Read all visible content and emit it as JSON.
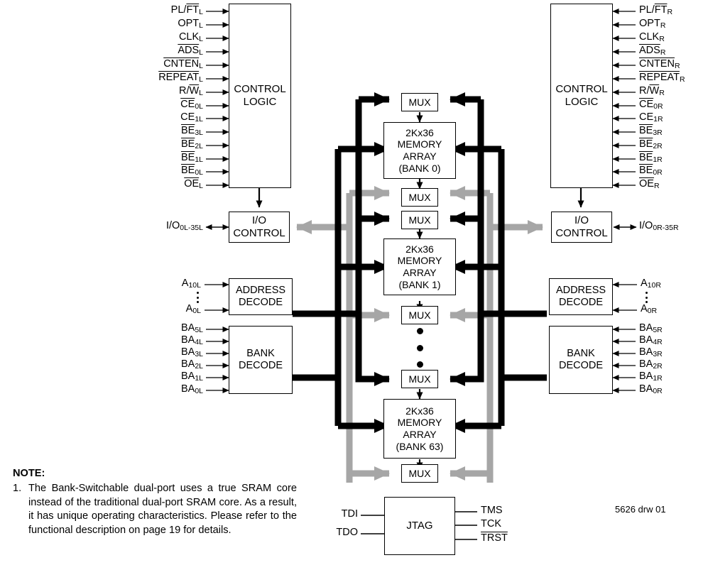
{
  "diagram": {
    "drawing_ref": "5626 drw 01",
    "colors": {
      "line_black": "#000000",
      "line_gray": "#a6a6a6",
      "background": "#ffffff"
    },
    "blocks": {
      "control_logic_left": {
        "line1": "CONTROL",
        "line2": "LOGIC"
      },
      "control_logic_right": {
        "line1": "CONTROL",
        "line2": "LOGIC"
      },
      "io_control_left": {
        "line1": "I/O",
        "line2": "CONTROL"
      },
      "io_control_right": {
        "line1": "I/O",
        "line2": "CONTROL"
      },
      "address_decode_left": {
        "line1": "ADDRESS",
        "line2": "DECODE"
      },
      "address_decode_right": {
        "line1": "ADDRESS",
        "line2": "DECODE"
      },
      "bank_decode_left": {
        "line1": "BANK",
        "line2": "DECODE"
      },
      "bank_decode_right": {
        "line1": "BANK",
        "line2": "DECODE"
      },
      "jtag": {
        "label": "JTAG"
      },
      "mux": {
        "label": "MUX"
      }
    },
    "memory_arrays": [
      {
        "size": "2Kx36",
        "line2": "MEMORY",
        "line3": "ARRAY",
        "bank": "(BANK 0)"
      },
      {
        "size": "2Kx36",
        "line2": "MEMORY",
        "line3": "ARRAY",
        "bank": "(BANK 1)"
      },
      {
        "size": "2Kx36",
        "line2": "MEMORY",
        "line3": "ARRAY",
        "bank": "(BANK 63)"
      }
    ],
    "control_signals_left": [
      {
        "pre": "PL/",
        "over": "FT",
        "post": "",
        "sub": "L"
      },
      {
        "pre": "OPT",
        "over": "",
        "post": "",
        "sub": "L"
      },
      {
        "pre": "CLK",
        "over": "",
        "post": "",
        "sub": "L"
      },
      {
        "pre": "",
        "over": "ADS",
        "post": "",
        "sub": "L"
      },
      {
        "pre": "",
        "over": "CNTEN",
        "post": "",
        "sub": "L"
      },
      {
        "pre": "",
        "over": "REPEAT",
        "post": "",
        "sub": "L"
      },
      {
        "pre": "R/",
        "over": "W",
        "post": "",
        "sub": "L"
      },
      {
        "pre": "",
        "over": "CE",
        "post": "",
        "sub": "0L"
      },
      {
        "pre": "CE",
        "over": "",
        "post": "",
        "sub": "1L"
      },
      {
        "pre": "",
        "over": "BE",
        "post": "",
        "sub": "3L"
      },
      {
        "pre": "",
        "over": "BE",
        "post": "",
        "sub": "2L"
      },
      {
        "pre": "",
        "over": "BE",
        "post": "",
        "sub": "1L"
      },
      {
        "pre": "",
        "over": "BE",
        "post": "",
        "sub": "0L"
      },
      {
        "pre": "",
        "over": "OE",
        "post": "",
        "sub": "L"
      }
    ],
    "control_signals_right": [
      {
        "pre": "PL/",
        "over": "FT",
        "post": "",
        "sub": "R"
      },
      {
        "pre": "OPT",
        "over": "",
        "post": "",
        "sub": "R"
      },
      {
        "pre": "CLK",
        "over": "",
        "post": "",
        "sub": "R"
      },
      {
        "pre": "",
        "over": "ADS",
        "post": "",
        "sub": "R"
      },
      {
        "pre": "",
        "over": "CNTEN",
        "post": "",
        "sub": "R"
      },
      {
        "pre": "",
        "over": "REPEAT",
        "post": "",
        "sub": "R"
      },
      {
        "pre": "R/",
        "over": "W",
        "post": "",
        "sub": "R"
      },
      {
        "pre": "",
        "over": "CE",
        "post": "",
        "sub": "0R"
      },
      {
        "pre": "CE",
        "over": "",
        "post": "",
        "sub": "1R"
      },
      {
        "pre": "",
        "over": "BE",
        "post": "",
        "sub": "3R"
      },
      {
        "pre": "",
        "over": "BE",
        "post": "",
        "sub": "2R"
      },
      {
        "pre": "",
        "over": "BE",
        "post": "",
        "sub": "1R"
      },
      {
        "pre": "",
        "over": "BE",
        "post": "",
        "sub": "0R"
      },
      {
        "pre": "",
        "over": "OE",
        "post": "",
        "sub": "R"
      }
    ],
    "io_bus_left": {
      "pre": "I/O",
      "sub": "0L-35L"
    },
    "io_bus_right": {
      "pre": "I/O",
      "sub": "0R-35R"
    },
    "address_signals_left": [
      {
        "pre": "A",
        "sub": "10L"
      },
      {
        "pre": "A",
        "sub": "0L"
      }
    ],
    "address_signals_right": [
      {
        "pre": "A",
        "sub": "10R"
      },
      {
        "pre": "A",
        "sub": "0R"
      }
    ],
    "bank_signals_left": [
      {
        "pre": "BA",
        "sub": "5L"
      },
      {
        "pre": "BA",
        "sub": "4L"
      },
      {
        "pre": "BA",
        "sub": "3L"
      },
      {
        "pre": "BA",
        "sub": "2L"
      },
      {
        "pre": "BA",
        "sub": "1L"
      },
      {
        "pre": "BA",
        "sub": "0L"
      }
    ],
    "bank_signals_right": [
      {
        "pre": "BA",
        "sub": "5R"
      },
      {
        "pre": "BA",
        "sub": "4R"
      },
      {
        "pre": "BA",
        "sub": "3R"
      },
      {
        "pre": "BA",
        "sub": "2R"
      },
      {
        "pre": "BA",
        "sub": "1R"
      },
      {
        "pre": "BA",
        "sub": "0R"
      }
    ],
    "jtag_signals_left": [
      {
        "label": "TDI",
        "over": false
      },
      {
        "label": "TDO",
        "over": false
      }
    ],
    "jtag_signals_right": [
      {
        "label": "TMS",
        "over": false
      },
      {
        "label": "TCK",
        "over": false
      },
      {
        "label": "TRST",
        "over": true
      }
    ],
    "note": {
      "heading": "NOTE:",
      "number": "1.",
      "text": "The Bank-Switchable dual-port uses a true SRAM core instead of the traditional dual-port SRAM core. As a result, it has unique operating characteristics. Please refer to the functional description on page 19 for details."
    }
  }
}
